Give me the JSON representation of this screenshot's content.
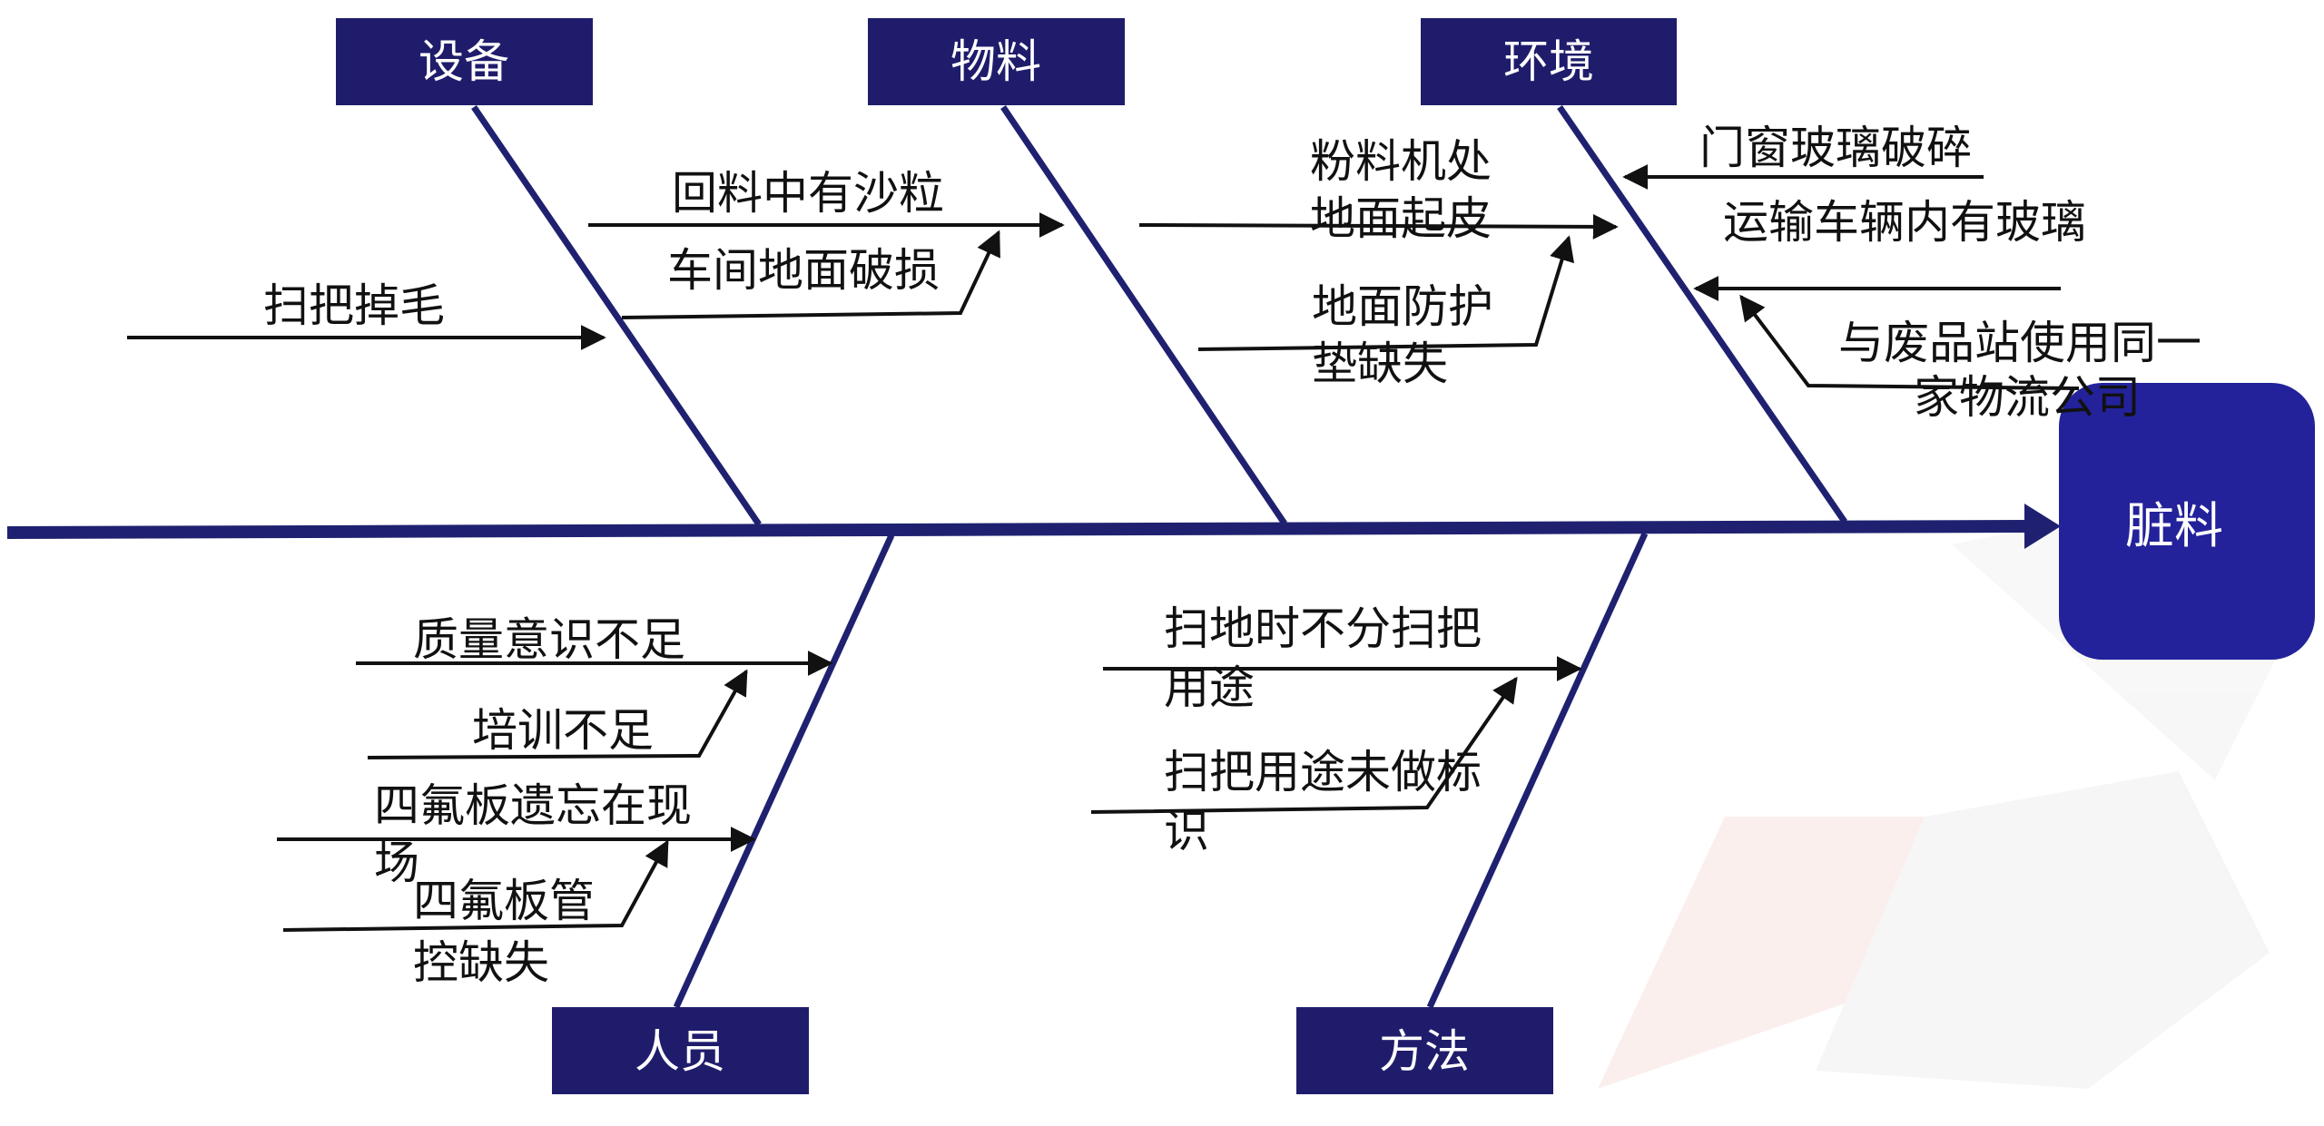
{
  "effect": {
    "label": "脏料"
  },
  "categories": {
    "equipment": {
      "label": "设备"
    },
    "material": {
      "label": "物料"
    },
    "environment": {
      "label": "环境"
    },
    "people": {
      "label": "人员"
    },
    "method": {
      "label": "方法"
    }
  },
  "causes": {
    "equipment": [
      "扫把掉毛"
    ],
    "material": [
      "回料中有沙粒",
      "车间地面破损"
    ],
    "environment": [
      [
        "粉料机处",
        "地面起皮"
      ],
      [
        "地面防护",
        "垫缺失"
      ],
      "门窗玻璃破碎",
      "运输车辆内有玻璃",
      [
        "与废品站使用同一",
        "家物流公司"
      ]
    ],
    "people": [
      "质量意识不足",
      "培训不足",
      [
        "四氟板遗忘在现",
        "场"
      ],
      [
        "四氟板管",
        "控缺失"
      ]
    ],
    "method": [
      [
        "扫地时不分扫把",
        "用途"
      ],
      [
        "扫把用途未做标",
        "识"
      ]
    ]
  },
  "colors": {
    "navy": "#1f2170",
    "box": "#1f1d6b",
    "effect_box": "#23229a",
    "arrow": "#111111",
    "watermark": "#f2f2f2"
  }
}
